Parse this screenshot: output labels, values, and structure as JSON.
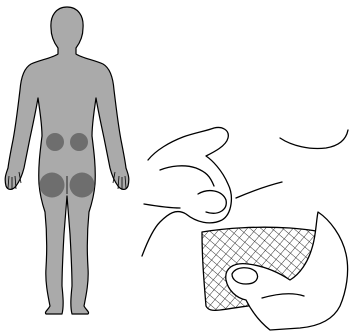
{
  "diagram": {
    "body_figure": {
      "view": "back",
      "marked_sites": [
        "upper-left-back",
        "upper-right-back",
        "left-buttock",
        "right-buttock"
      ]
    },
    "hand_illustration": {
      "object": "mesh-patch"
    },
    "colors": {
      "body_fill": "#aaaaaa",
      "site_fill": "#6e6e6e",
      "outline": "#000000",
      "mesh": "#333333"
    }
  }
}
